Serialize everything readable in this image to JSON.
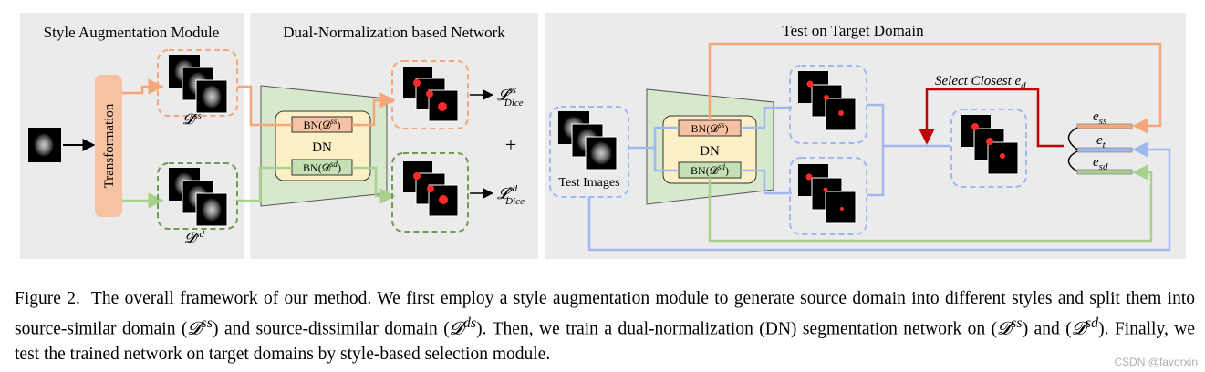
{
  "panels": {
    "style_aug_title": "Style Augmentation Module",
    "dual_norm_title": "Dual-Normalization based Network",
    "test_title": "Test on Target Domain"
  },
  "style_aug": {
    "transformation_label": "Transformation",
    "domain_ss_label": "𝓓",
    "domain_ss_sup": "ss",
    "domain_sd_label": "𝓓",
    "domain_sd_sup": "sd"
  },
  "dn_network": {
    "bn_ss_label": "BN(𝓓",
    "bn_ss_sup": "ss",
    "bn_sd_label": "BN(𝓓",
    "bn_sd_sup": "sd",
    "bn_close": ")",
    "dn_label": "DN",
    "loss_symbol": "𝓛",
    "loss_ss_sup": "ss",
    "loss_sd_sup": "sd",
    "loss_sub": "Dice",
    "plus": "+"
  },
  "test": {
    "test_images_label": "Test Images",
    "bn_ss_label": "BN(𝓓",
    "bn_ss_sup": "ss",
    "bn_sd_label": "BN(𝓓",
    "bn_sd_sup": "sd",
    "bn_close": ")",
    "dn_label": "DN",
    "select_label": "Select Closest ",
    "select_var": "e",
    "select_sub": "d",
    "e_ss_var": "e",
    "e_ss_sub": "ss",
    "e_t_var": "e",
    "e_t_sub": "t",
    "e_sd_var": "e",
    "e_sd_sub": "sd"
  },
  "colors": {
    "orange": "#f4a77a",
    "green": "#a9d18e",
    "blue": "#9fb8f0",
    "red": "#c00000",
    "panel_bg": "#ebebeb",
    "dn_fill": "#fdf0c6",
    "trapezoid": "#d8e8cc"
  },
  "caption": {
    "label": "Figure 2.",
    "line1": "The overall framework of our method. We first employ a style augmentation module to generate source domain into different",
    "line2a": "styles and split them into source-similar domain (",
    "d1": "𝓓",
    "d1_sup": "ss",
    "line2b": ") and source-dissimilar domain (",
    "d2": "𝓓",
    "d2_sup": "ds",
    "line2c": "). Then, we train a dual-normalization (DN)",
    "line3a": "segmentation network on (",
    "d3": "𝓓",
    "d3_sup": "ss",
    "line3b": ") and (",
    "d4": "𝓓",
    "d4_sup": "sd",
    "line3c": "). Finally, we test the trained network on target domains by style-based selection module."
  },
  "watermark": "CSDN @favorxin"
}
